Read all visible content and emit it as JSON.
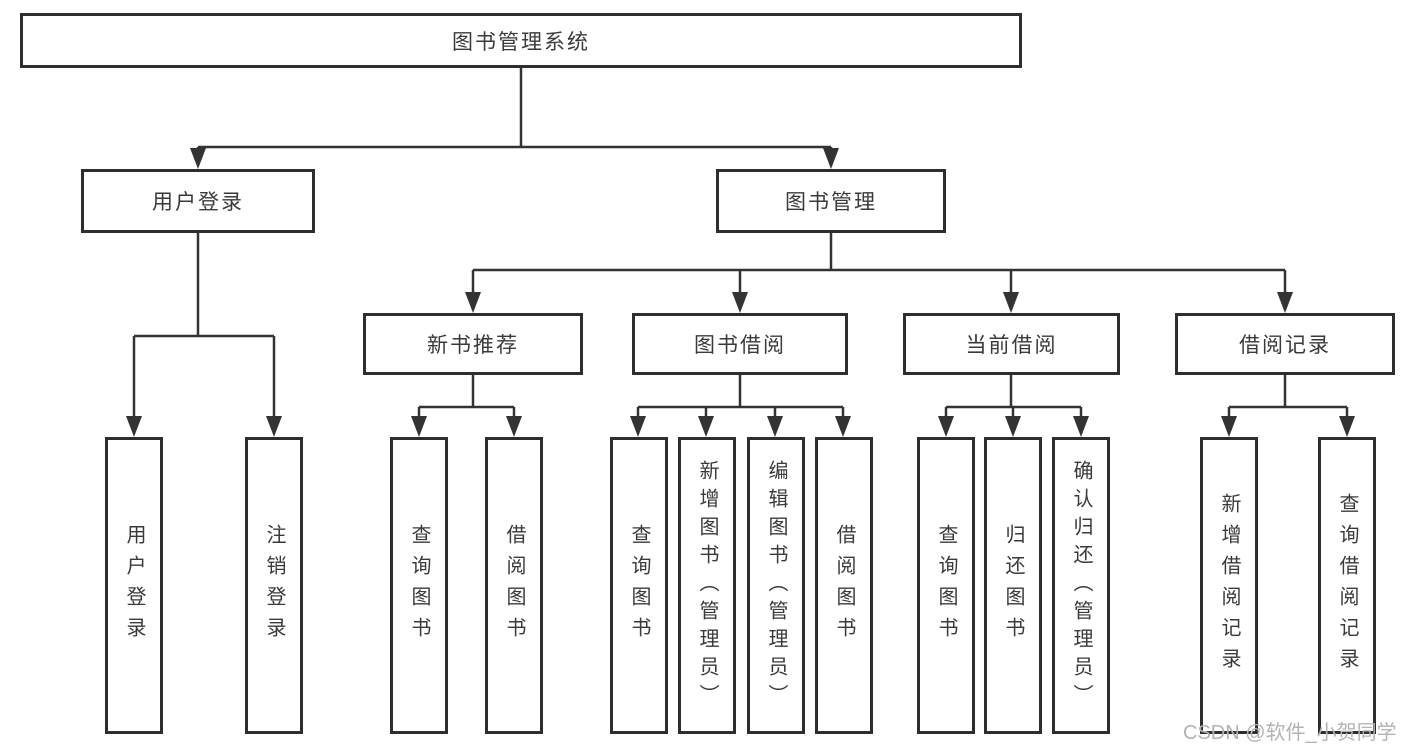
{
  "tree": {
    "label": "图书管理系统",
    "children": [
      {
        "label": "用户登录",
        "children": [
          {
            "label": "用户登录"
          },
          {
            "label": "注销登录"
          }
        ]
      },
      {
        "label": "图书管理",
        "children": [
          {
            "label": "新书推荐",
            "children": [
              {
                "label": "查询图书"
              },
              {
                "label": "借阅图书"
              }
            ]
          },
          {
            "label": "图书借阅",
            "children": [
              {
                "label": "查询图书"
              },
              {
                "label": "新增图书（管理员）"
              },
              {
                "label": "编辑图书（管理员）"
              },
              {
                "label": "借阅图书"
              }
            ]
          },
          {
            "label": "当前借阅",
            "children": [
              {
                "label": "查询图书"
              },
              {
                "label": "归还图书"
              },
              {
                "label": "确认归还（管理员）"
              }
            ]
          },
          {
            "label": "借阅记录",
            "children": [
              {
                "label": "新增借阅记录"
              },
              {
                "label": "查询借阅记录"
              }
            ]
          }
        ]
      }
    ]
  },
  "watermark": {
    "text": "CSDN @软件_小贺同学"
  },
  "style": {
    "line_color": "#333333",
    "box_border_color": "#2e2e2e",
    "text_color": "#3a3a3a",
    "watermark_color": "#b3b3b3",
    "background": "#ffffff"
  }
}
